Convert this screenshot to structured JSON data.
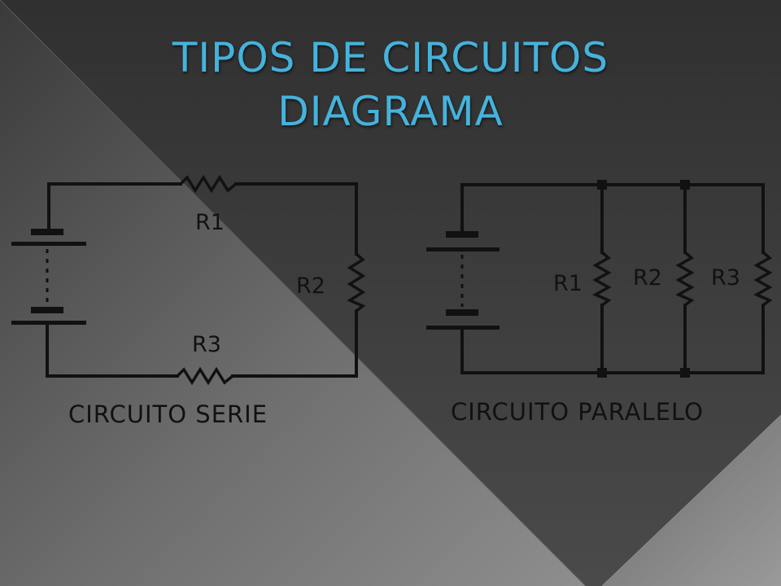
{
  "slide": {
    "title_line1": "TIPOS DE CIRCUITOS",
    "title_line2": "DIAGRAMA",
    "colors": {
      "title": "#45b3dc",
      "background_dark": "#3b3b3b",
      "background_light": "#8a8a8a",
      "ink": "#111111"
    }
  },
  "series_circuit": {
    "caption": "CIRCUITO SERIE",
    "resistors": [
      "R1",
      "R2",
      "R3"
    ]
  },
  "parallel_circuit": {
    "caption": "CIRCUITO PARALELO",
    "resistors": [
      "R1",
      "R2",
      "R3"
    ]
  }
}
